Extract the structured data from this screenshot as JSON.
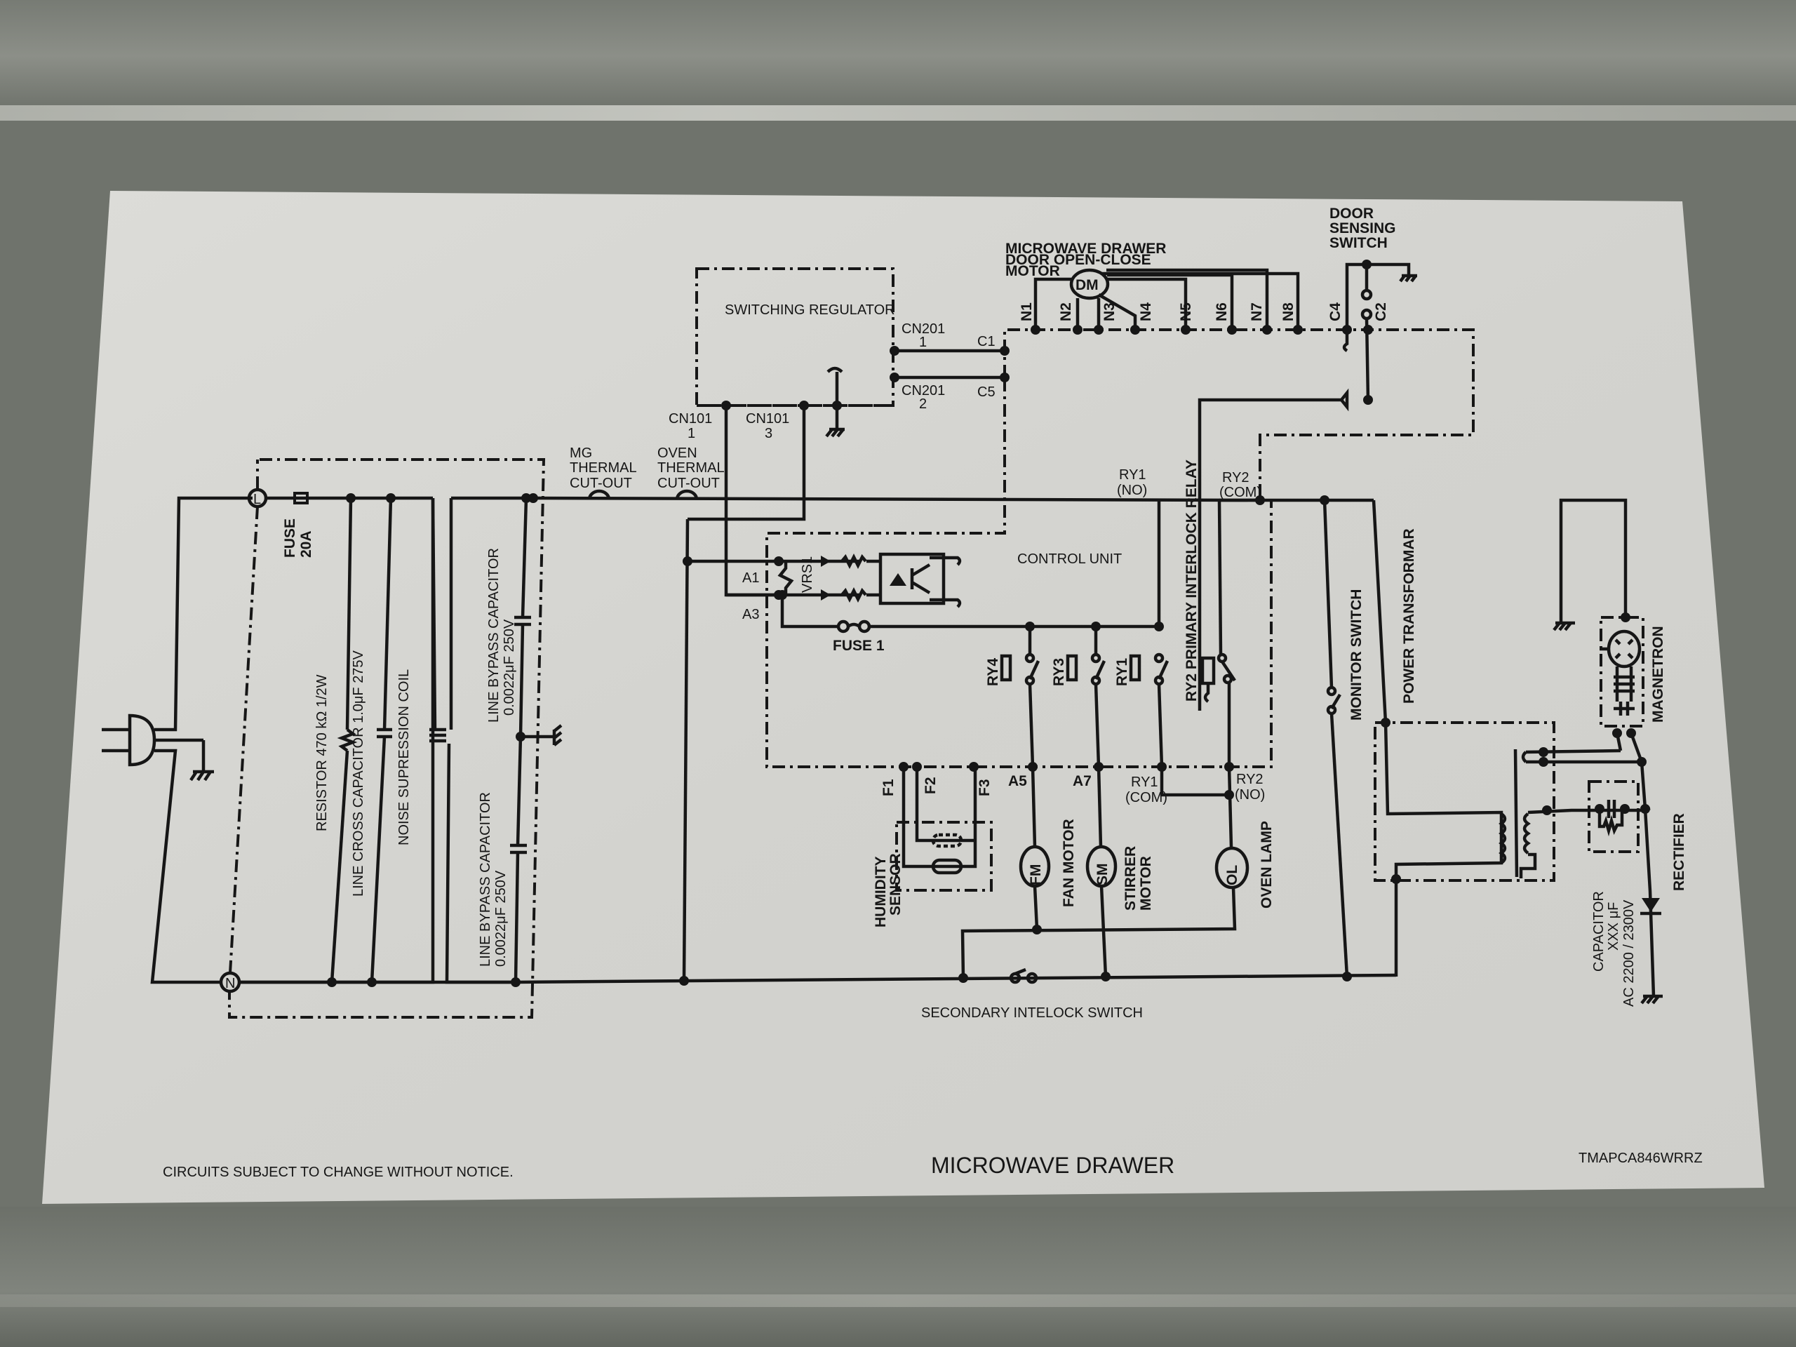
{
  "document": {
    "title": "MICROWAVE DRAWER",
    "model_number": "TMAPCA846WRRZ",
    "notice": "CIRCUITS SUBJECT TO CHANGE WITHOUT NOTICE."
  },
  "power_input": {
    "line_terminal": "L",
    "neutral_terminal": "N",
    "fuse_label": "FUSE",
    "fuse_rating": "20A",
    "resistor": "RESISTOR  470 kΩ  1/2W",
    "line_cross_capacitor": "LINE CROSS CAPACITOR 1.0μF 275V",
    "noise_coil": "NOISE SUPRESSION COIL",
    "bypass_cap_1_name": "LINE BYPASS CAPACITOR",
    "bypass_cap_1_value": "0.0022μF 250V",
    "bypass_cap_2_name": "LINE BYPASS CAPACITOR",
    "bypass_cap_2_value": "0.0022μF 250V"
  },
  "thermal": {
    "mg_cutout": [
      "MG",
      "THERMAL",
      "CUT-OUT"
    ],
    "oven_cutout": [
      "OVEN",
      "THERMAL",
      "CUT-OUT"
    ]
  },
  "switching_regulator": {
    "label": "SWITCHING REGULATOR",
    "cn101_1": [
      "CN101",
      "1"
    ],
    "cn101_3": [
      "CN101",
      "3"
    ],
    "cn201_1": [
      "CN201",
      "1"
    ],
    "cn201_2": [
      "CN201",
      "2"
    ],
    "c1": "C1",
    "c5": "C5"
  },
  "door_motor": {
    "label": [
      "MICROWAVE DRAWER",
      "DOOR OPEN-CLOSE",
      "MOTOR"
    ],
    "symbol": "DM",
    "pins": [
      "N1",
      "N2",
      "N3",
      "N4",
      "N5",
      "N6",
      "N7",
      "N8"
    ]
  },
  "door_sensing_switch": {
    "label": [
      "DOOR",
      "SENSING",
      "SWITCH"
    ],
    "pins": [
      "C4",
      "C2"
    ]
  },
  "control_unit": {
    "label": "CONTROL UNIT",
    "a1": "A1",
    "a3": "A3",
    "vrs": "VRS1",
    "fuse": "FUSE 1",
    "relays": [
      "RY4",
      "RY3",
      "RY1"
    ],
    "bottom_pins": [
      "F1",
      "F2",
      "F3",
      "A5",
      "A7"
    ],
    "ry1_no": [
      "RY1",
      "(NO)"
    ],
    "ry1_com": [
      "RY1",
      "(COM)"
    ],
    "ry2_com": [
      "RY2",
      "(COM)"
    ],
    "ry2_no": [
      "RY2",
      "(NO)"
    ]
  },
  "loads": {
    "humidity_sensor": [
      "HUMIDITY",
      "SENSOR"
    ],
    "fan_motor_symbol": "FM",
    "fan_motor": "FAN MOTOR",
    "stirrer_motor_symbol": "SM",
    "stirrer_motor": [
      "STIRRER",
      "MOTOR"
    ],
    "oven_lamp_symbol": "OL",
    "oven_lamp": "OVEN LAMP",
    "secondary_interlock": "SECONDARY INTELOCK SWITCH"
  },
  "high_voltage": {
    "primary_relay": "RY2  PRIMARY INTERLOCK RELAY",
    "monitor_switch": "MONITOR SWITCH",
    "power_transformer": "POWER TRANSFORMAR",
    "magnetron": "MAGNETRON",
    "capacitor": [
      "CAPACITOR",
      "XXX μF",
      "AC 2200 / 2300V"
    ],
    "rectifier": "RECTIFIER"
  }
}
